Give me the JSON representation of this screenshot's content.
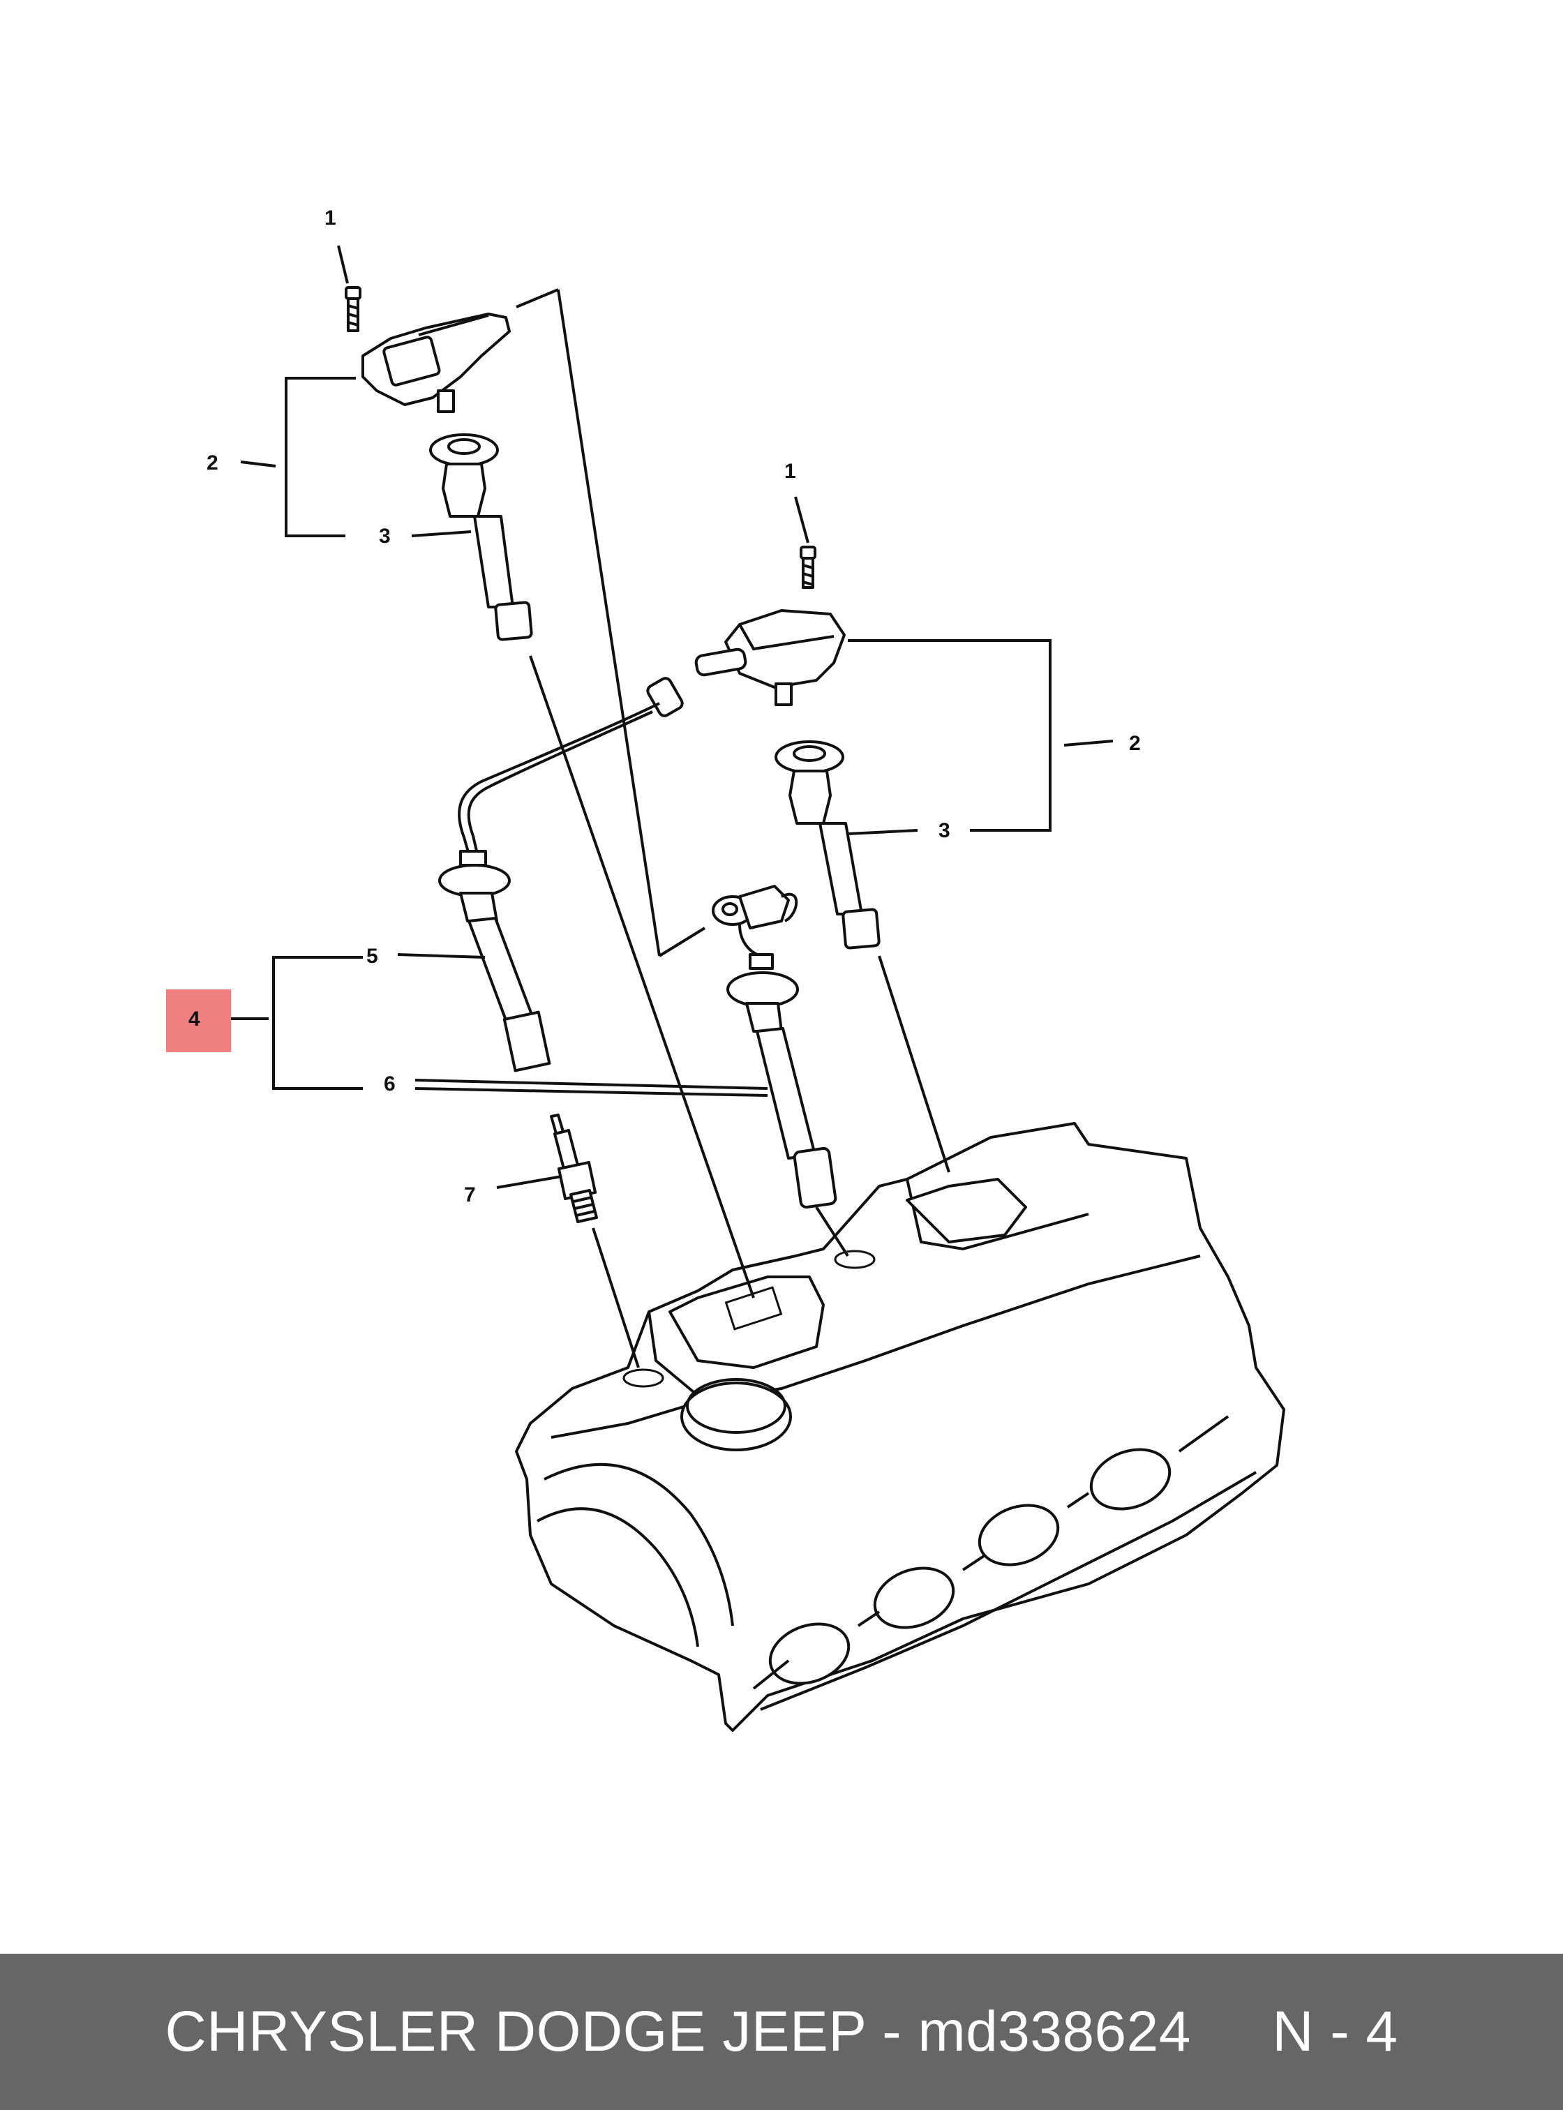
{
  "diagram": {
    "callouts": {
      "bolt_left": "1",
      "bolt_right": "1",
      "coil_group_left": "2",
      "coil_group_right": "2",
      "coil_boot_left": "3",
      "coil_boot_right": "3",
      "wire_set": "4",
      "wire_5": "5",
      "wire_6": "6",
      "spark_plug": "7"
    },
    "highlight_color": "#f08080"
  },
  "footer": {
    "text": "CHRYSLER DODGE JEEP - md338624     N - 4"
  }
}
